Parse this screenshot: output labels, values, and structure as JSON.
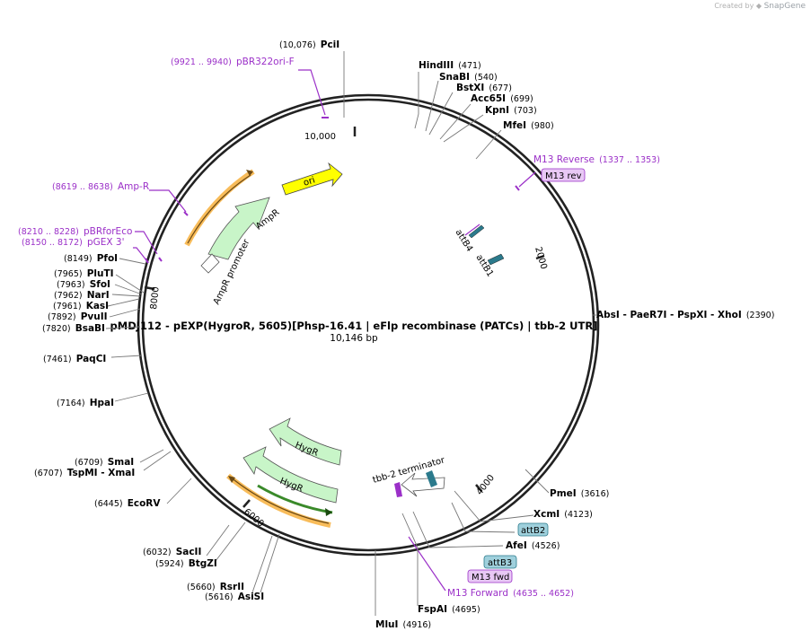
{
  "watermark": {
    "prefix": "Created by",
    "brand": "SnapGene"
  },
  "map": {
    "title": "pMDJ112 - pEXP(HygroR, 5605)[Phsp-16.41 | eFlp recombinase (PATCs) | tbb-2 UTR]",
    "size": "10,146 bp",
    "ticks": [
      "10,000",
      "2000",
      "4000",
      "6000",
      "8000"
    ]
  },
  "enzymes": {
    "pcii": {
      "pos": "(10,076)",
      "name": "PciI"
    },
    "hindiii": {
      "name": "HindIII",
      "pos": "(471)"
    },
    "snabi": {
      "name": "SnaBI",
      "pos": "(540)"
    },
    "bstxi": {
      "name": "BstXI",
      "pos": "(677)"
    },
    "acc65i": {
      "name": "Acc65I",
      "pos": "(699)"
    },
    "kpni": {
      "name": "KpnI",
      "pos": "(703)"
    },
    "mfei": {
      "name": "MfeI",
      "pos": "(980)"
    },
    "absi": {
      "name": "AbsI",
      "pos": "(2390)",
      "alt1": "PaeR7I",
      "alt2": "PspXI",
      "alt3": "XhoI"
    },
    "pmei": {
      "name": "PmeI",
      "pos": "(3616)"
    },
    "xcmi": {
      "name": "XcmI",
      "pos": "(4123)"
    },
    "afei": {
      "name": "AfeI",
      "pos": "(4526)"
    },
    "fspai": {
      "name": "FspAI",
      "pos": "(4695)"
    },
    "mlui": {
      "name": "MluI",
      "pos": "(4916)"
    },
    "rsrii": {
      "pos": "(5660)",
      "name": "RsrII"
    },
    "asisi": {
      "pos": "(5616)",
      "name": "AsiSI"
    },
    "sacii": {
      "pos": "(6032)",
      "name": "SacII"
    },
    "btgzi": {
      "pos": "(5924)",
      "name": "BtgZI"
    },
    "ecorv": {
      "pos": "(6445)",
      "name": "EcoRV"
    },
    "smai": {
      "pos": "(6709)",
      "name": "SmaI"
    },
    "tspmi": {
      "pos": "(6707)",
      "name": "TspMI",
      "alt": "XmaI"
    },
    "hpai": {
      "pos": "(7164)",
      "name": "HpaI"
    },
    "paqci": {
      "pos": "(7461)",
      "name": "PaqCI"
    },
    "bsabi": {
      "pos": "(7820)",
      "name": "BsaBI"
    },
    "pvuii": {
      "pos": "(7892)",
      "name": "PvuII"
    },
    "kasi": {
      "pos": "(7961)",
      "name": "KasI"
    },
    "nari": {
      "pos": "(7962)",
      "name": "NarI"
    },
    "sfoi": {
      "pos": "(7963)",
      "name": "SfoI"
    },
    "pluti": {
      "pos": "(7965)",
      "name": "PluTI"
    },
    "pfoi": {
      "pos": "(8149)",
      "name": "PfoI"
    }
  },
  "primers": {
    "pbr322": {
      "pos": "(9921 .. 9940)",
      "name": "pBR322ori-F"
    },
    "ampr": {
      "pos": "(8619 .. 8638)",
      "name": "Amp-R"
    },
    "pbrfor": {
      "pos": "(8210 .. 8228)",
      "name": "pBRforEco"
    },
    "pgex": {
      "pos": "(8150 .. 8172)",
      "name": "pGEX 3'"
    },
    "m13rev": {
      "name": "M13 Reverse",
      "pos": "(1337 .. 1353)",
      "box": "M13 rev"
    },
    "m13fwd": {
      "name": "M13 Forward",
      "pos": "(4635 .. 4652)",
      "box": "M13 fwd"
    }
  },
  "boxes": {
    "attb2": "attB2",
    "attb3": "attB3"
  },
  "features": {
    "ori": "ori",
    "ampr": "AmpR",
    "ampr_promoter": "AmpR promoter",
    "hygr1": "HygR",
    "hygr2": "HygR",
    "tbb2": "tbb-2 terminator",
    "attb4": "attB4",
    "attb1": "attB1"
  },
  "colors": {
    "backbone": "#222222",
    "primer": "#9b30c8",
    "feature_fill": "#c8f5c8",
    "ori_fill": "#ffff00",
    "orange": "#f5a623",
    "attb_fill": "#9fd0dc",
    "attb_dark": "#2b7a8c"
  }
}
